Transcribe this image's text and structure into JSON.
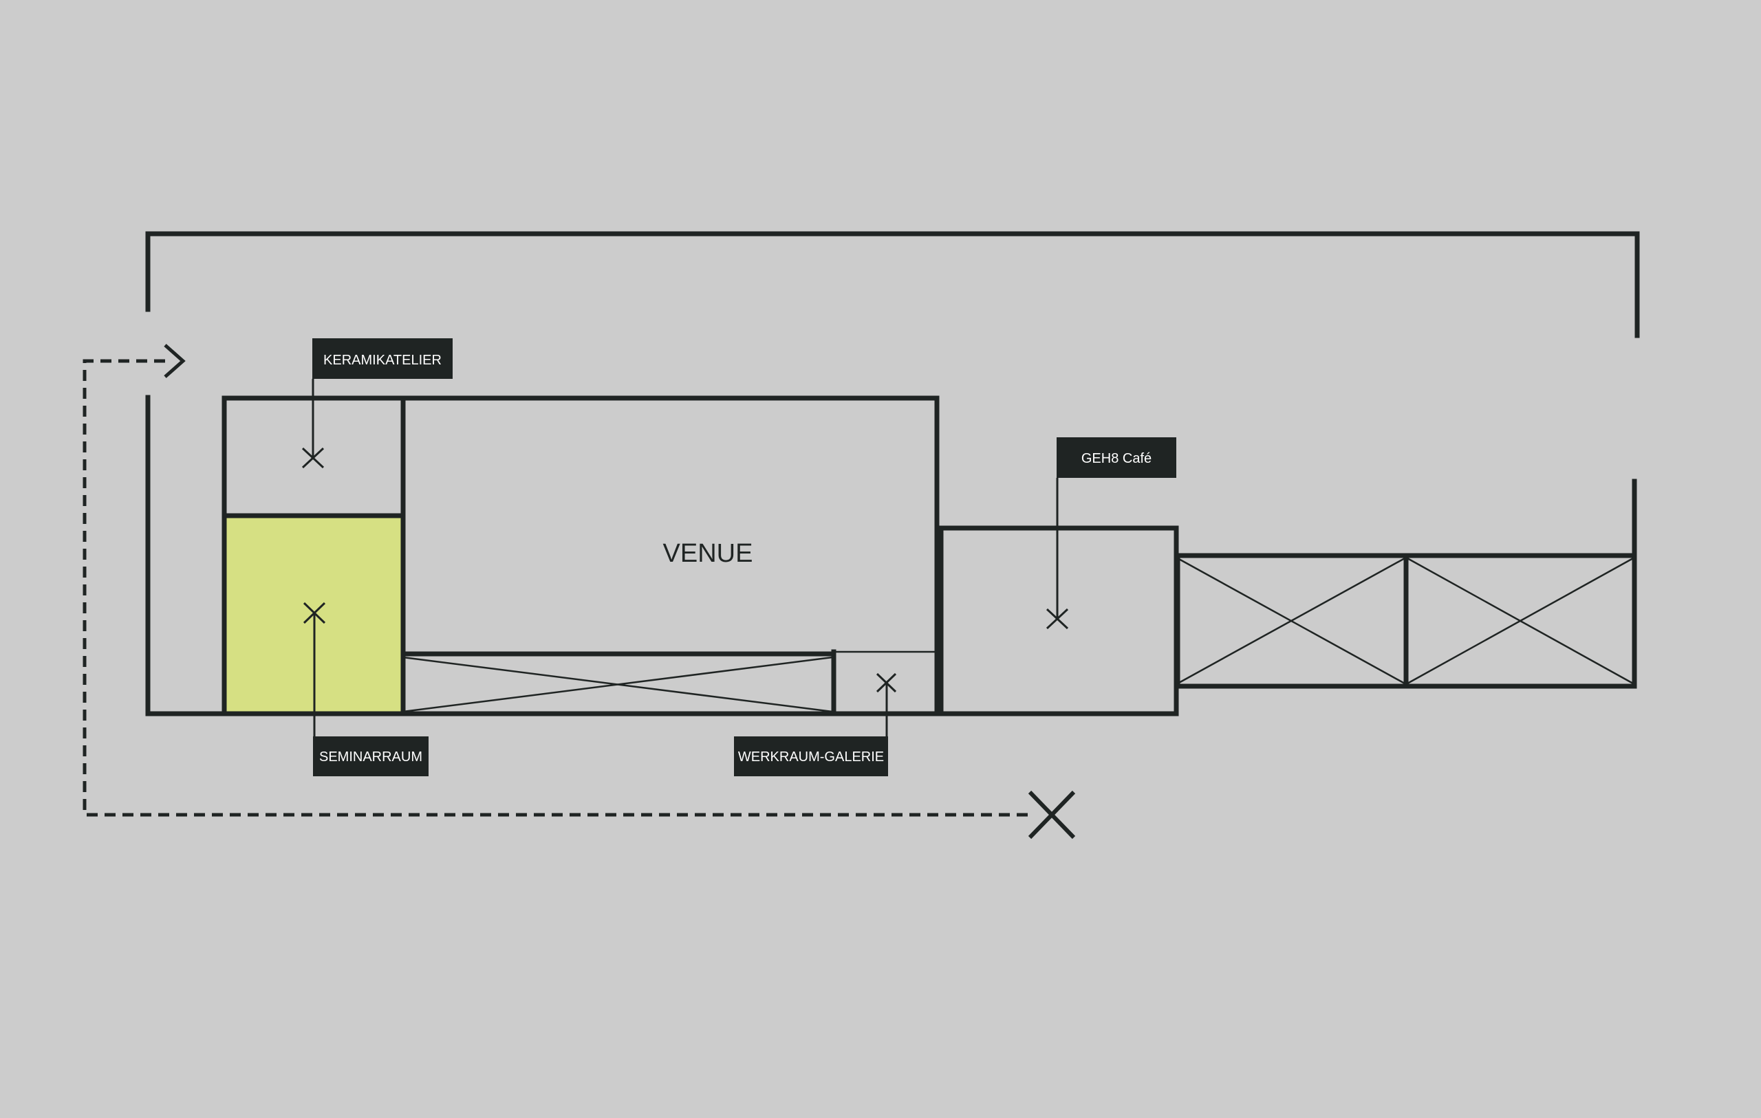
{
  "rooms": {
    "venue": {
      "label": "VENUE"
    },
    "keramikatelier": {
      "label": "KERAMIKATELIER"
    },
    "seminarraum": {
      "label": "SEMINARRAUM",
      "highlight_color": "#d6e083"
    },
    "werkraum_galerie": {
      "label": "WERKRAUM-GALERIE"
    },
    "cafe": {
      "label": "GEH8 Café"
    }
  },
  "colors": {
    "background": "#cccccc",
    "line": "#1f2423",
    "label_text": "#ffffff",
    "highlight": "#d6e083"
  },
  "icons": {
    "entrance_arrow": "chevron-right-icon",
    "destination": "x-marker-icon",
    "room_markers": "small-x-marker-icon"
  }
}
